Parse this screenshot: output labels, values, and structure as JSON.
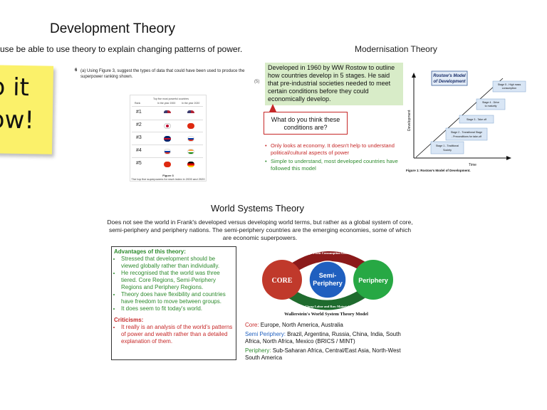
{
  "page": {
    "title": "Development Theory",
    "subtitle": "use be able to use theory to explain changing patterns of power."
  },
  "sticky_note": {
    "text": "o it\now!"
  },
  "exam_question": {
    "number": "6",
    "text": "(a)  Using Figure 3, suggest the types of data that could have been used to produce the superpower ranking shown.",
    "marks": "(5)",
    "figure": {
      "header": "Top five most powerful countries",
      "col_rank": "Rank",
      "col_2000": "In the year 2000",
      "col_2020": "In the year 2020",
      "ranks": [
        "#1",
        "#2",
        "#3",
        "#4",
        "#5"
      ],
      "caption_number": "Figure 3",
      "caption_text": "The top five superpowers for each index in 2000 and 2020"
    }
  },
  "modernisation": {
    "title": "Modernisation Theory",
    "description": "Developed in 1960 by WW Rostow to outline how countries develop in 5 stages. He said that pre-industrial societies needed to meet certain conditions before they could economically develop.",
    "question": "What do you think these conditions are?",
    "criticism": "Only looks at economy. It doesn't help to understand political/cultural aspects of power",
    "advantage": "Simple to understand, most developed countries have followed this model"
  },
  "rostow": {
    "title_line1": "Rostow's Model",
    "title_line2": "of Development",
    "y_axis": "Development",
    "x_axis": "Time",
    "stages": [
      {
        "line1": "Stage 1 - Traditional",
        "line2": "Society"
      },
      {
        "line1": "Stage 2 - Transitional Stage",
        "line2": "- Preconditions for take-off"
      },
      {
        "line1": "Stage 3 - Take off",
        "line2": ""
      },
      {
        "line1": "Stage 4 - Drive",
        "line2": "to maturity"
      },
      {
        "line1": "Stage 5 - High mass",
        "line2": "consumption"
      }
    ],
    "caption": "Figure 1: Rostow's Model of Development."
  },
  "world_systems": {
    "title": "World Systems Theory",
    "description": "Does not see the world in Frank's developed versus developing world terms, but rather as a global system of core, semi-periphery and periphery nations. The semi-periphery countries are the emerging economies, some of which are economic superpowers.",
    "advantages_heading": "Advantages of this theory:",
    "advantages": [
      "Stressed that development should be viewed globally rather than individually.",
      "He recognised that the world was three tiered. Core Regions, Semi-Periphery Regions and Periphery Regions.",
      "Theory does have flexibility and countries have freedom to move between groups.",
      "It does seem to fit today's world."
    ],
    "criticisms_heading": "Criticisms:",
    "criticisms": [
      "It really is an analysis of the world's patterns of power and wealth rather than a detailed explanation of them."
    ],
    "diagram": {
      "core": "CORE",
      "semi_line1": "Semi-",
      "semi_line2": "Periphery",
      "periphery": "Periphery",
      "top_arrow": "High Profit Consumption Goods",
      "bottom_arrow": "Cheap Labor and Raw Materials",
      "caption": "Wallerstein's World System Theory Model"
    },
    "regions": {
      "core_label": "Core:",
      "core_text": " Europe, North America, Australia",
      "semi_label": "Semi Periphery:",
      "semi_text": " Brazil, Argentina, Russia, China, India, South Africa, North Africa, Mexico (BRICS / MINT)",
      "periphery_label": "Periphery:",
      "periphery_text": " Sub-Saharan Africa, Central/East Asia, North-West South America"
    }
  },
  "colors": {
    "green_box": "#d8ecc8",
    "red": "#c62828",
    "green": "#2e8b2e",
    "blue": "#1f5fbf",
    "sticky": "#fbf16a"
  }
}
